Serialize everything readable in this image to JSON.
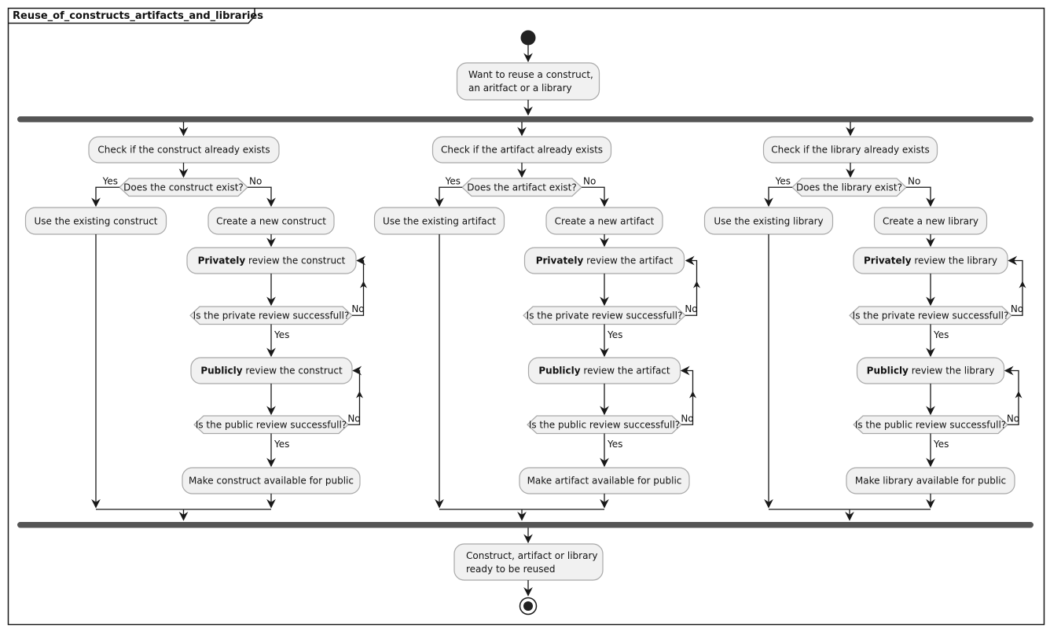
{
  "frame": {
    "title": "Reuse_of_constructs_artifacts_and_libraries"
  },
  "colors": {
    "activity_fill": "#F1F1F1",
    "activity_border": "#A8A8A8",
    "line": "#181818",
    "sync_bar": "#555555",
    "text": "#121212",
    "background": "#FFFFFF"
  },
  "labels": {
    "yes": "Yes",
    "no": "No"
  },
  "initial_activity": {
    "line1": "Want to reuse a construct,",
    "line2": "an aritfact or a library"
  },
  "final_activity": {
    "line1": "Construct, artifact or library",
    "line2": "ready to be reused"
  },
  "branches": [
    {
      "check": "Check if the construct already exists",
      "condition": "Does the construct exist?",
      "use_existing": "Use the existing construct",
      "create_new": "Create a new construct",
      "private_review_bold": "Privately",
      "private_review_rest": " review the construct",
      "private_condition": "Is the private review successfull?",
      "public_review_bold": "Publicly",
      "public_review_rest": " review the construct",
      "public_condition": "Is the public review successfull?",
      "make_available": "Make construct available for public"
    },
    {
      "check": "Check if the artifact already exists",
      "condition": "Does the artifact exist?",
      "use_existing": "Use the existing artifact",
      "create_new": "Create a new artifact",
      "private_review_bold": "Privately",
      "private_review_rest": " review the artifact",
      "private_condition": "Is the private review successfull?",
      "public_review_bold": "Publicly",
      "public_review_rest": " review the artifact",
      "public_condition": "Is the public review successfull?",
      "make_available": "Make artifact available for public"
    },
    {
      "check": "Check if the library already exists",
      "condition": "Does the library exist?",
      "use_existing": "Use the existing library",
      "create_new": "Create a new library",
      "private_review_bold": "Privately",
      "private_review_rest": " review the library",
      "private_condition": "Is the private review successfull?",
      "public_review_bold": "Publicly",
      "public_review_rest": " review the library",
      "public_condition": "Is the public review successfull?",
      "make_available": "Make library available for public"
    }
  ]
}
